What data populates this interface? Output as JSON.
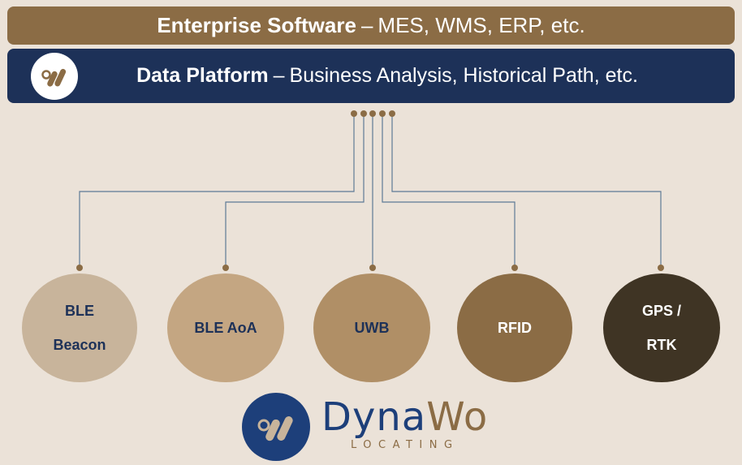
{
  "header": {
    "enterprise_bold": "Enterprise Software",
    "enterprise_rest": "MES, WMS, ERP, etc.",
    "platform_bold": "Data Platform",
    "platform_rest": "Business Analysis, Historical Path, etc.",
    "separator": "–"
  },
  "technologies": [
    {
      "line1": "BLE",
      "line2": "Beacon",
      "fill": "#c8b49b",
      "text": "#1d3158"
    },
    {
      "line1": "BLE AoA",
      "line2": "",
      "fill": "#c4a682",
      "text": "#1d3158"
    },
    {
      "line1": "UWB",
      "line2": "",
      "fill": "#b08f66",
      "text": "#1d3158"
    },
    {
      "line1": "RFID",
      "line2": "",
      "fill": "#8b6c45",
      "text": "#ffffff"
    },
    {
      "line1": "GPS /",
      "line2": "RTK",
      "fill": "#3f3424",
      "text": "#ffffff"
    }
  ],
  "brand": {
    "name_part1": "Dyna",
    "name_part2": "Wo",
    "subtitle": "LOCATING"
  },
  "colors": {
    "background": "#ebe2d8",
    "brown": "#8b6c45",
    "navy": "#1d3158",
    "connector": "#5d7a96"
  },
  "icons": [
    "dynawo-logo-icon"
  ]
}
